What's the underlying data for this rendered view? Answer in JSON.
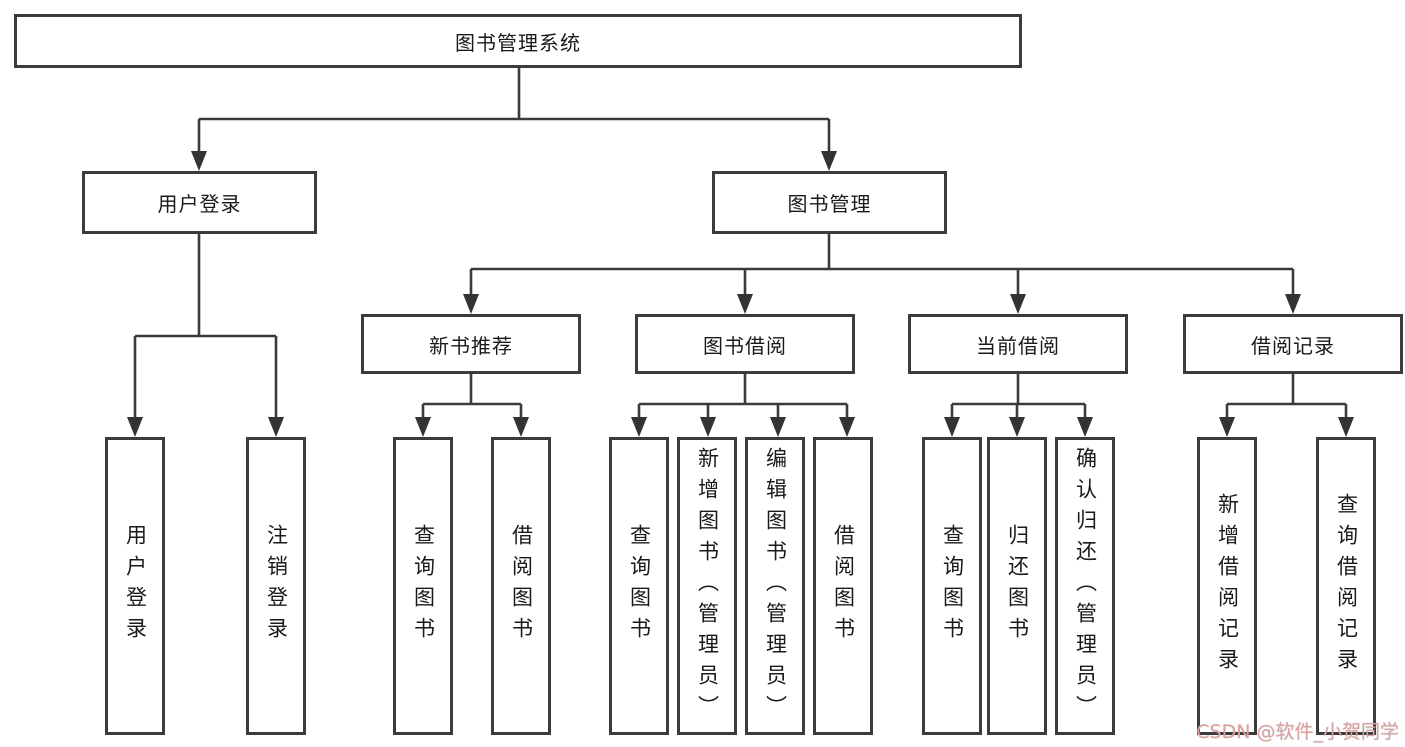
{
  "diagram": {
    "root": {
      "label": "图书管理系统"
    },
    "level2": [
      {
        "id": "user-login",
        "label": "用户登录"
      },
      {
        "id": "book-management",
        "label": "图书管理"
      }
    ],
    "level3": [
      {
        "id": "new-book-recommend",
        "label": "新书推荐"
      },
      {
        "id": "book-borrowing",
        "label": "图书借阅"
      },
      {
        "id": "current-borrowing",
        "label": "当前借阅"
      },
      {
        "id": "borrowing-records",
        "label": "借阅记录"
      }
    ],
    "leaves": [
      {
        "id": "user-login",
        "label": "用户登录"
      },
      {
        "id": "logout-login",
        "label": "注销登录"
      },
      {
        "id": "query-books-recommend",
        "label": "查询图书"
      },
      {
        "id": "borrow-books-recommend",
        "label": "借阅图书"
      },
      {
        "id": "query-books-borrowing",
        "label": "查询图书"
      },
      {
        "id": "add-books-admin",
        "label": "新增图书（管理员）"
      },
      {
        "id": "edit-books-admin",
        "label": "编辑图书（管理员）"
      },
      {
        "id": "borrow-books",
        "label": "借阅图书"
      },
      {
        "id": "query-books-current",
        "label": "查询图书"
      },
      {
        "id": "return-books",
        "label": "归还图书"
      },
      {
        "id": "confirm-return-admin",
        "label": "确认归还（管理员）"
      },
      {
        "id": "add-borrow-record",
        "label": "新增借阅记录"
      },
      {
        "id": "query-borrow-record",
        "label": "查询借阅记录"
      }
    ]
  },
  "watermark": {
    "text": "CSDN @软件_小贺同学"
  },
  "colors": {
    "line": "#3b3b3b",
    "box_border": "#3b3b3b",
    "text": "#1a1a1a",
    "background": "#ffffff",
    "watermark": "#dda3a3"
  }
}
